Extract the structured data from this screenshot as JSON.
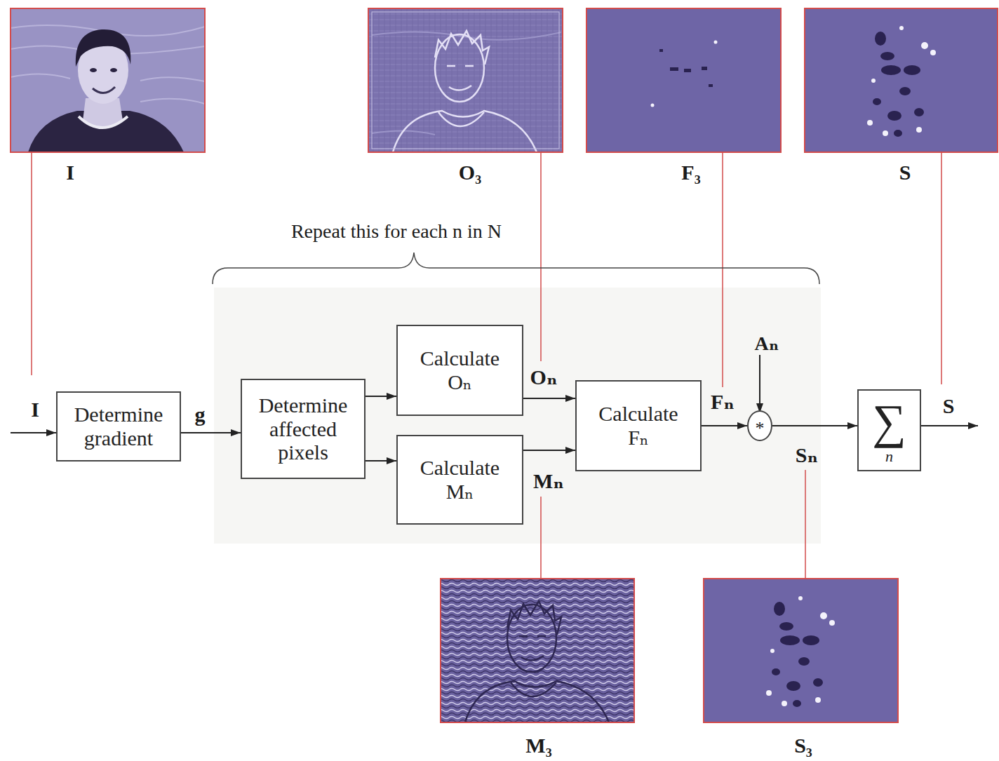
{
  "diagram": {
    "nodes": [
      {
        "text": [
          "Determine gradient"
        ]
      },
      {
        "text": [
          "Determine affected pixels"
        ]
      },
      {
        "text": [
          "Calculate Oₙ"
        ]
      },
      {
        "text": [
          "Calculate Mₙ"
        ]
      },
      {
        "text": [
          "Calculate Fₙ"
        ]
      },
      {
        "text": [
          "*"
        ]
      },
      {
        "text": [
          "∑",
          "n"
        ]
      }
    ],
    "edges": [
      {
        "from": 0,
        "to": 1,
        "arrow": "to",
        "label": "g"
      },
      {
        "from": 1,
        "to": 2,
        "arrow": "to"
      },
      {
        "from": 1,
        "to": 3,
        "arrow": "to"
      },
      {
        "from": 2,
        "to": 4,
        "arrow": "to",
        "label": "Oₙ"
      },
      {
        "from": 3,
        "to": 4,
        "arrow": "to",
        "label": "Mₙ"
      },
      {
        "from": 4,
        "to": 5,
        "arrow": "to",
        "label": "Fₙ"
      },
      {
        "from": 5,
        "to": 6,
        "arrow": "to",
        "label": "Sₙ"
      }
    ],
    "labels": [
      "I",
      "O₃",
      "F₃",
      "S",
      "Repeat this for each n in N",
      "I",
      "Aₙ",
      "S",
      "M₃",
      "S₃"
    ]
  }
}
